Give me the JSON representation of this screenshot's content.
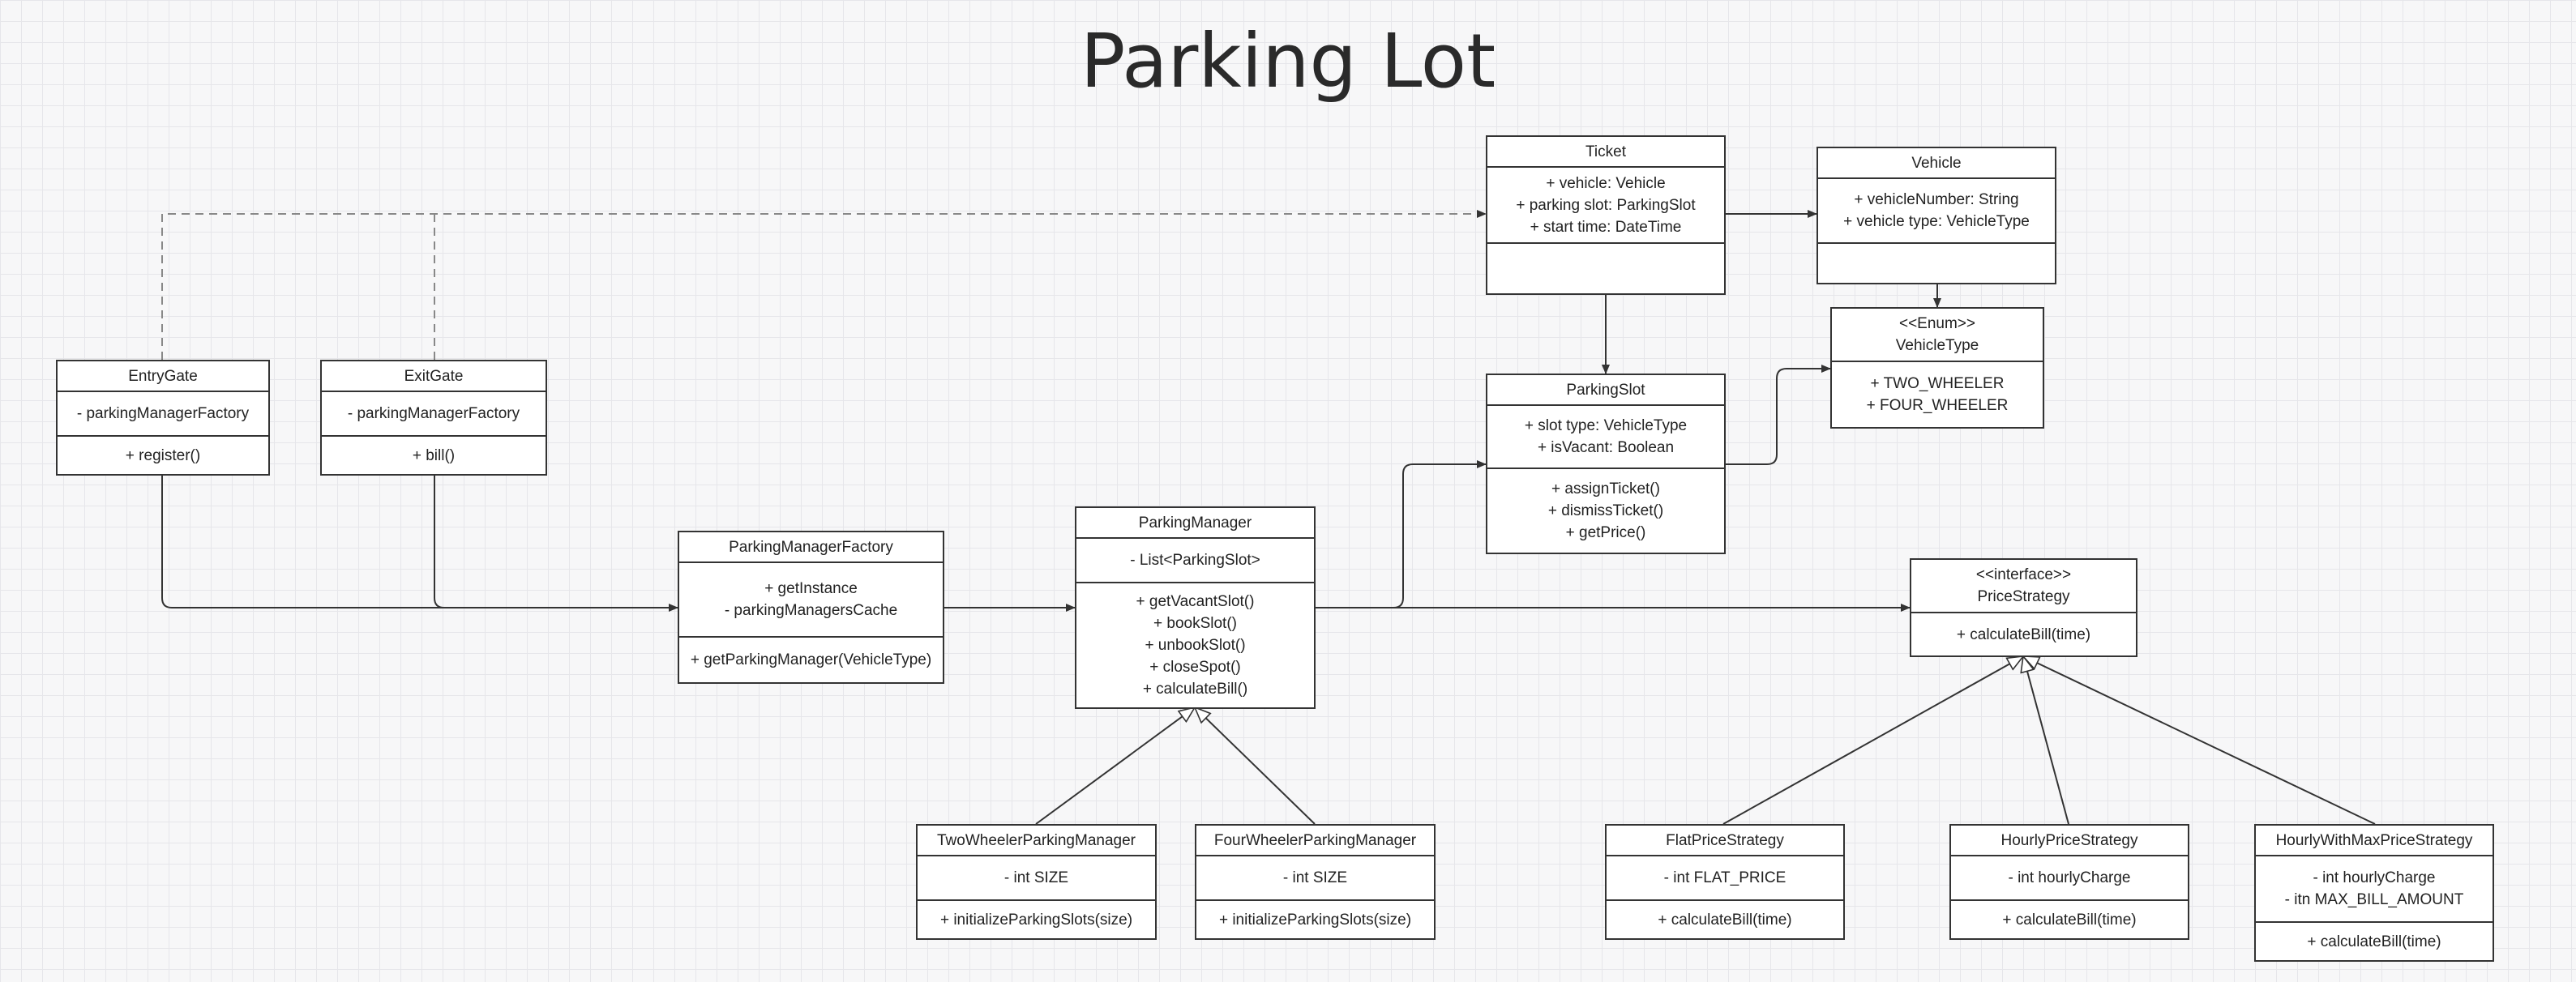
{
  "title": "Parking Lot",
  "classes": {
    "ticket": {
      "name": [
        "Ticket"
      ],
      "attributes": [
        "+ vehicle: Vehicle",
        "+ parking slot: ParkingSlot",
        "+ start time: DateTime"
      ],
      "methods": []
    },
    "vehicle": {
      "name": [
        "Vehicle"
      ],
      "attributes": [
        "+ vehicleNumber: String",
        "+ vehicle type: VehicleType"
      ],
      "methods": []
    },
    "vehicle_type": {
      "name": [
        "<<Enum>>",
        "VehicleType"
      ],
      "attributes": [
        "+ TWO_WHEELER",
        "+ FOUR_WHEELER"
      ]
    },
    "entry_gate": {
      "name": [
        "EntryGate"
      ],
      "attributes": [
        "- parkingManagerFactory"
      ],
      "methods": [
        "+ register()"
      ]
    },
    "exit_gate": {
      "name": [
        "ExitGate"
      ],
      "attributes": [
        "- parkingManagerFactory"
      ],
      "methods": [
        "+ bill()"
      ]
    },
    "parking_slot": {
      "name": [
        "ParkingSlot"
      ],
      "attributes": [
        "+ slot type: VehicleType",
        "+ isVacant: Boolean"
      ],
      "methods": [
        "+ assignTicket()",
        "+ dismissTicket()",
        "+ getPrice()"
      ]
    },
    "parking_manager_factory": {
      "name": [
        "ParkingManagerFactory"
      ],
      "attributes": [
        "+ getInstance",
        "- parkingManagersCache"
      ],
      "methods": [
        "+ getParkingManager(VehicleType)"
      ]
    },
    "parking_manager": {
      "name": [
        "ParkingManager"
      ],
      "attributes": [
        "- List<ParkingSlot>"
      ],
      "methods": [
        "+ getVacantSlot()",
        "+ bookSlot()",
        "+ unbookSlot()",
        "+ closeSpot()",
        "+ calculateBill()"
      ]
    },
    "price_strategy": {
      "name": [
        "<<interface>>",
        "PriceStrategy"
      ],
      "methods": [
        "+ calculateBill(time)"
      ]
    },
    "two_wheeler_pm": {
      "name": [
        "TwoWheelerParkingManager"
      ],
      "attributes": [
        "- int SIZE"
      ],
      "methods": [
        "+ initializeParkingSlots(size)"
      ]
    },
    "four_wheeler_pm": {
      "name": [
        "FourWheelerParkingManager"
      ],
      "attributes": [
        "- int SIZE"
      ],
      "methods": [
        "+ initializeParkingSlots(size)"
      ]
    },
    "flat_price_strategy": {
      "name": [
        "FlatPriceStrategy"
      ],
      "attributes": [
        "- int FLAT_PRICE"
      ],
      "methods": [
        "+ calculateBill(time)"
      ]
    },
    "hourly_price_strategy": {
      "name": [
        "HourlyPriceStrategy"
      ],
      "attributes": [
        "- int hourlyCharge"
      ],
      "methods": [
        "+ calculateBill(time)"
      ]
    },
    "hourly_max_price_strategy": {
      "name": [
        "HourlyWithMaxPriceStrategy"
      ],
      "attributes": [
        "- int hourlyCharge",
        "- itn MAX_BILL_AMOUNT"
      ],
      "methods": [
        "+ calculateBill(time)"
      ]
    }
  },
  "colors": {
    "line": "#333333",
    "dashed": "#888888",
    "grid": "#e6e6ea",
    "background": "#f7f7f8"
  }
}
